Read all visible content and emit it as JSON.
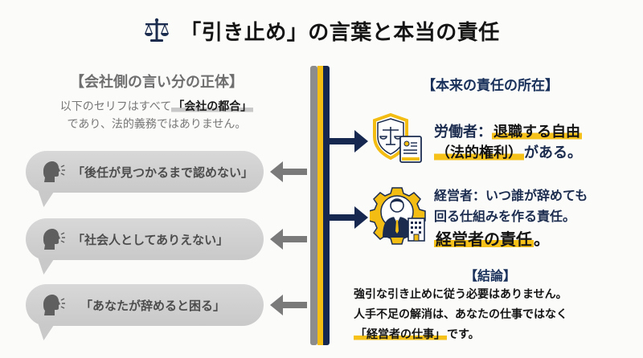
{
  "title": {
    "icon": "scales-of-justice-icon",
    "text": "「引き止め」の言葉と本当の責任"
  },
  "left": {
    "heading": "【会社側の言い分の正体】",
    "desc_line1_prefix": "以下のセリフはすべて",
    "desc_line1_highlight": "「会社の都合」",
    "desc_line2": "であり、法的義務ではありません。",
    "quotes": [
      {
        "icon": "speaking-head-icon",
        "text": "「後任が見つかるまで認めない」"
      },
      {
        "icon": "speaking-head-icon",
        "text": "「社会人としてありえない」"
      },
      {
        "icon": "speaking-head-icon",
        "text": "「あなたが辞めると困る」"
      }
    ]
  },
  "right": {
    "heading": "【本来の責任の所在】",
    "worker": {
      "icon": "shield-scales-document-icon",
      "label": "労働者：",
      "highlight1": "退職する自由",
      "highlight2": "（法的権利）",
      "suffix": "がある。"
    },
    "manager": {
      "icon": "businessman-gear-building-icon",
      "line1": "経営者：いつ誰が辞めても",
      "line2": "回る仕組みを作る責任。",
      "line3_highlight": "経営者の責任",
      "line3_suffix": "。"
    },
    "conclusion": {
      "heading": "【結論】",
      "line1": "強引な引き止めに従う必要はありません。",
      "line2": "人手不足の解消は、あなたの仕事ではなく",
      "line3_highlight": "「経営者の仕事」",
      "line3_suffix": "です。"
    }
  },
  "colors": {
    "navy": "#16284f",
    "yellow": "#f3bd14",
    "gray": "#8c8c8c",
    "bubble": "#cfcfcf"
  }
}
